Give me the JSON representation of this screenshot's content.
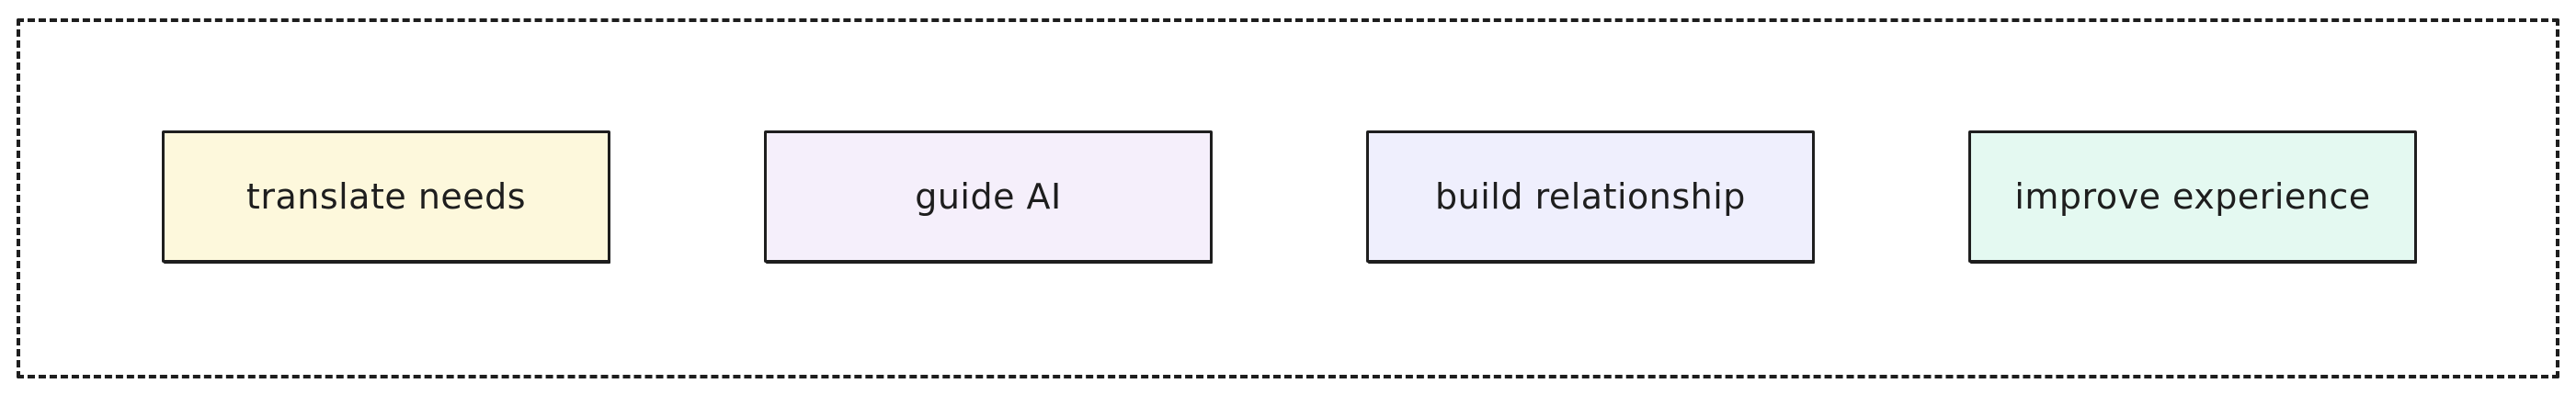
{
  "diagram": {
    "nodes": [
      {
        "label": "translate needs",
        "fill": "#fdf8dc"
      },
      {
        "label": "guide AI",
        "fill": "#f5effb"
      },
      {
        "label": "build relationship",
        "fill": "#efeffd"
      },
      {
        "label": "improve experience",
        "fill": "#e4f9f1"
      }
    ],
    "group_border_style": "dashed",
    "stroke_color": "#1e1e1e"
  }
}
